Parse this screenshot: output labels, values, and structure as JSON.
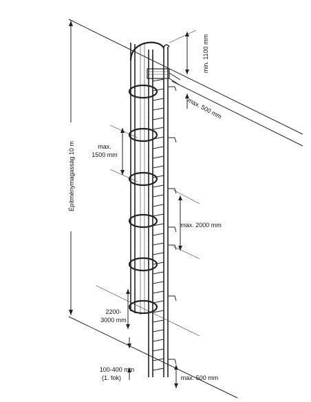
{
  "labels": {
    "top_extension": "min. 1100 mm",
    "top_offset": "max. 500 mm",
    "side_height": "Építménymagasság 10 m",
    "hoop_spacing_line1": "max.",
    "hoop_spacing_line2": "1500 mm",
    "bracket_spacing": "max. 2000 mm",
    "cage_start_line1": "2200-",
    "cage_start_line2": "3000 mm",
    "first_rung_line1": "100-400 mm",
    "first_rung_line2": "(1. fok)",
    "bottom_offset": "max. 500 mm"
  }
}
